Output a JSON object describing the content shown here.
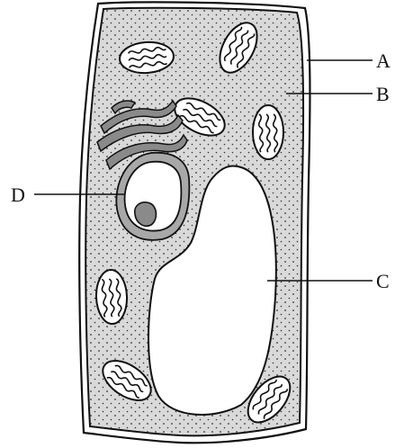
{
  "labels": {
    "a": "A",
    "b": "B",
    "c": "C",
    "d": "D"
  },
  "colors": {
    "cytoplasm": "#d9d9d9",
    "outline": "#111111",
    "vacuole": "#ffffff",
    "organelle_dark": "#8a8a8a",
    "nucleus_ring": "#a8a8a8",
    "dots": "#333333"
  }
}
